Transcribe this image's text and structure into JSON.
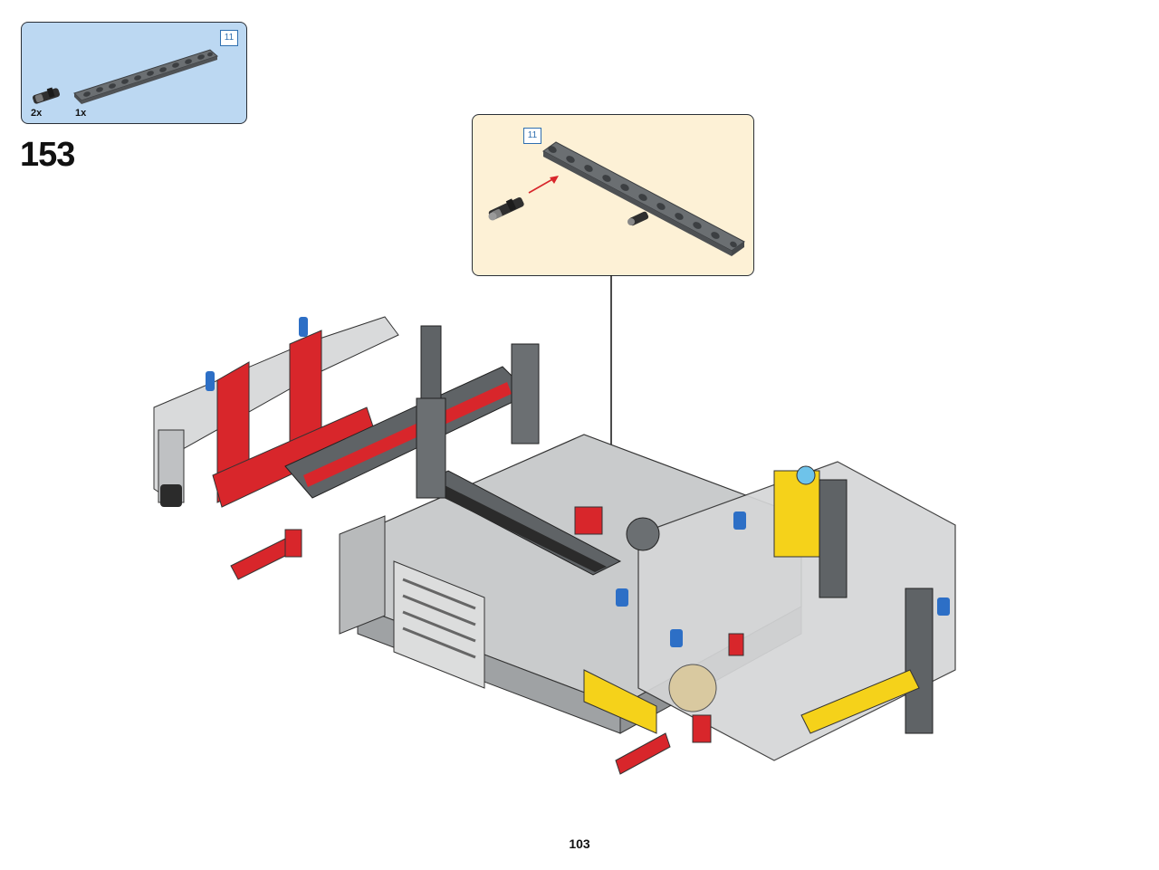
{
  "parts_list": {
    "items": [
      {
        "name": "connector-pin-with-bush",
        "quantity": "2x",
        "color": "#2a2a2a"
      },
      {
        "name": "technic-beam-11",
        "quantity": "1x",
        "length": "11",
        "color": "#5f6366"
      }
    ]
  },
  "step": {
    "number": "153"
  },
  "callout": {
    "beam_length": "11"
  },
  "page": {
    "number": "103"
  },
  "colors": {
    "parts_panel": "#bcd8f2",
    "callout_panel": "#fdf1d6",
    "red": "#d8262b",
    "gray": "#5f6366",
    "light_gray": "#c9cbcc",
    "yellow": "#f5d21a",
    "blue": "#2d6fc6"
  }
}
